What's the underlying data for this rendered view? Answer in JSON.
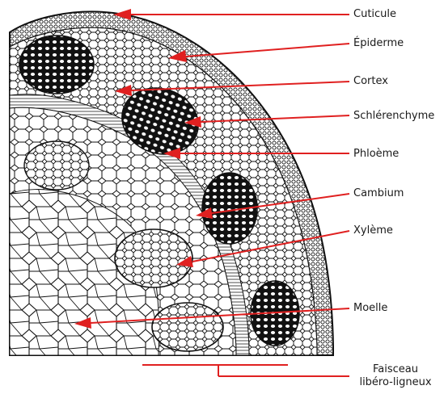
{
  "diagram": {
    "labels": {
      "cuticle": "Cuticule",
      "epidermis": "Épiderme",
      "cortex": "Cortex",
      "sclerenchyma": "Schlérenchyme",
      "phloem": "Phloème",
      "cambium": "Cambium",
      "xylem": "Xylème",
      "pith": "Moelle",
      "vascular_bundle_line1": "Faisceau",
      "vascular_bundle_line2": "libéro-ligneux"
    },
    "colors": {
      "arrow": "#e02020",
      "tissue_line": "#111111",
      "background": "#ffffff",
      "label_text": "#1a1a1a"
    }
  }
}
